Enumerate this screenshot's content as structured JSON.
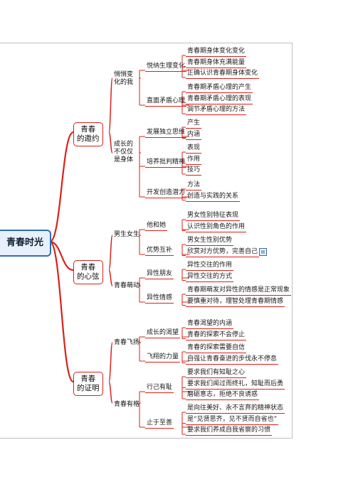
{
  "root": {
    "label": "青春时光"
  },
  "branches": [
    {
      "label_lines": [
        "青春",
        "的邀约"
      ],
      "groups": [
        {
          "label_lines": [
            "悄悄变",
            "化的我"
          ],
          "topics": [
            {
              "label": "悦纳生理变化",
              "leaves": [
                "青春期身体变化变化",
                "青春期身体充满能量",
                "正确认识青春期身体变化"
              ]
            },
            {
              "label": "直面矛盾心理",
              "leaves": [
                "青春期矛盾心理的产生",
                "青春期矛盾心理的表现",
                "调节矛盾心理的方法"
              ]
            }
          ]
        },
        {
          "label_lines": [
            "成长的",
            "不仅仅",
            "是身体"
          ],
          "topics": [
            {
              "label": "发展独立思维",
              "leaves": [
                "产生",
                "内涵"
              ]
            },
            {
              "label": "培养批判精神",
              "leaves": [
                "表现",
                "作用",
                "技巧"
              ]
            },
            {
              "label": "开发创造潜力",
              "leaves": [
                "方法",
                "创造与实践的关系"
              ]
            }
          ]
        }
      ]
    },
    {
      "label_lines": [
        "青春",
        "的心弦"
      ],
      "groups": [
        {
          "label_lines": [
            "男生女生"
          ],
          "topics": [
            {
              "label": "他和她",
              "leaves": [
                "男女性别特征表现",
                "认识性别角色的作用"
              ]
            },
            {
              "label": "优势互补",
              "leaves": [
                "男女生性别优势",
                "欣赏对方优势，完善自己"
              ]
            }
          ]
        },
        {
          "label_lines": [
            "青春萌动"
          ],
          "topics": [
            {
              "label": "异性朋友",
              "leaves": [
                "异性交往的作用",
                "异性交往的方式"
              ]
            },
            {
              "label": "异性情感",
              "leaves": [
                "青春期萌发对异性的情感是正常现象",
                "要慎重对待，理智处理青春期情感"
              ]
            }
          ]
        }
      ]
    },
    {
      "label_lines": [
        "青春",
        "的证明"
      ],
      "groups": [
        {
          "label_lines": [
            "青春飞扬"
          ],
          "topics": [
            {
              "label": "成长的渴望",
              "leaves": [
                "青春渴望的内涵",
                "青春的探索不会停止"
              ]
            },
            {
              "label": "飞翔的力量",
              "leaves": [
                "青春的探索需要自信",
                "自强让青春奋进的步伐永不停息"
              ]
            }
          ]
        },
        {
          "label_lines": [
            "青春有格"
          ],
          "topics": [
            {
              "label": "行己有耻",
              "leaves": [
                "要求我们有知耻之心",
                "要求我们闻过而终礼，知耻而后勇",
                "磨砺意志，拒绝不良诱惑"
              ]
            },
            {
              "label": "止于至善",
              "leaves": [
                "是向往美好、永不言弃的精神状态",
                "是“见贤思齐，见不贤而自省也”",
                "要求我们养成自我省察的习惯"
              ]
            }
          ]
        }
      ]
    }
  ]
}
